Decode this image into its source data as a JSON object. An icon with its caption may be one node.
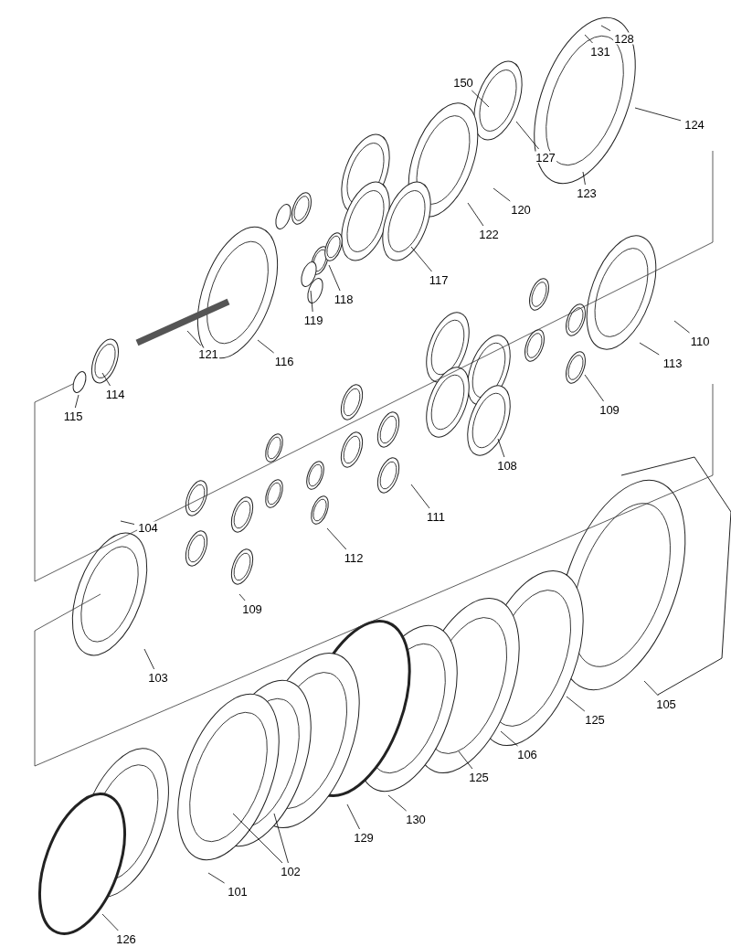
{
  "diagram": {
    "nodes": [
      {
        "text": [
          "128"
        ]
      },
      {
        "text": [
          "131"
        ]
      },
      {
        "text": [
          "150"
        ]
      },
      {
        "text": [
          "124"
        ]
      },
      {
        "text": [
          "127"
        ]
      },
      {
        "text": [
          "123"
        ]
      },
      {
        "text": [
          "120"
        ]
      },
      {
        "text": [
          "122"
        ]
      },
      {
        "text": [
          "117"
        ]
      },
      {
        "text": [
          "118"
        ]
      },
      {
        "text": [
          "119"
        ]
      },
      {
        "text": [
          "110"
        ]
      },
      {
        "text": [
          "121"
        ]
      },
      {
        "text": [
          "116"
        ]
      },
      {
        "text": [
          "113"
        ]
      },
      {
        "text": [
          "114"
        ]
      },
      {
        "text": [
          "115"
        ]
      },
      {
        "text": [
          "109"
        ]
      },
      {
        "text": [
          "108"
        ]
      },
      {
        "text": [
          "111"
        ]
      },
      {
        "text": [
          "104"
        ]
      },
      {
        "text": [
          "112"
        ]
      },
      {
        "text": [
          "109"
        ]
      },
      {
        "text": [
          "103"
        ]
      },
      {
        "text": [
          "105"
        ]
      },
      {
        "text": [
          "125"
        ]
      },
      {
        "text": [
          "106"
        ]
      },
      {
        "text": [
          "125"
        ]
      },
      {
        "text": [
          "130"
        ]
      },
      {
        "text": [
          "129"
        ]
      },
      {
        "text": [
          "102"
        ]
      },
      {
        "text": [
          "101"
        ]
      },
      {
        "text": [
          "126"
        ]
      }
    ],
    "edges": [
      {
        "from": 0,
        "to": null,
        "arrow": "none"
      },
      {
        "from": 1,
        "to": null,
        "arrow": "none"
      },
      {
        "from": 2,
        "to": null,
        "arrow": "none"
      },
      {
        "from": 3,
        "to": null,
        "arrow": "none"
      },
      {
        "from": 4,
        "to": null,
        "arrow": "none"
      },
      {
        "from": 5,
        "to": null,
        "arrow": "none"
      },
      {
        "from": 6,
        "to": null,
        "arrow": "none"
      },
      {
        "from": 7,
        "to": null,
        "arrow": "none"
      },
      {
        "from": 8,
        "to": null,
        "arrow": "none"
      },
      {
        "from": 9,
        "to": null,
        "arrow": "none"
      },
      {
        "from": 10,
        "to": null,
        "arrow": "none"
      },
      {
        "from": 11,
        "to": null,
        "arrow": "none"
      },
      {
        "from": 12,
        "to": null,
        "arrow": "none"
      },
      {
        "from": 13,
        "to": null,
        "arrow": "none"
      },
      {
        "from": 14,
        "to": null,
        "arrow": "none"
      },
      {
        "from": 15,
        "to": null,
        "arrow": "none"
      },
      {
        "from": 16,
        "to": null,
        "arrow": "none"
      },
      {
        "from": 17,
        "to": null,
        "arrow": "none"
      },
      {
        "from": 18,
        "to": null,
        "arrow": "none"
      },
      {
        "from": 19,
        "to": null,
        "arrow": "none"
      },
      {
        "from": 20,
        "to": null,
        "arrow": "none"
      },
      {
        "from": 21,
        "to": null,
        "arrow": "none"
      },
      {
        "from": 22,
        "to": null,
        "arrow": "none"
      },
      {
        "from": 23,
        "to": null,
        "arrow": "none"
      },
      {
        "from": 24,
        "to": null,
        "arrow": "none"
      },
      {
        "from": 25,
        "to": null,
        "arrow": "none"
      },
      {
        "from": 26,
        "to": null,
        "arrow": "none"
      },
      {
        "from": 27,
        "to": null,
        "arrow": "none"
      },
      {
        "from": 28,
        "to": null,
        "arrow": "none"
      },
      {
        "from": 29,
        "to": null,
        "arrow": "none"
      },
      {
        "from": 30,
        "to": null,
        "arrow": "none"
      },
      {
        "from": 30,
        "to": null,
        "arrow": "none"
      },
      {
        "from": 31,
        "to": null,
        "arrow": "none"
      },
      {
        "from": 32,
        "to": null,
        "arrow": "none"
      }
    ]
  }
}
